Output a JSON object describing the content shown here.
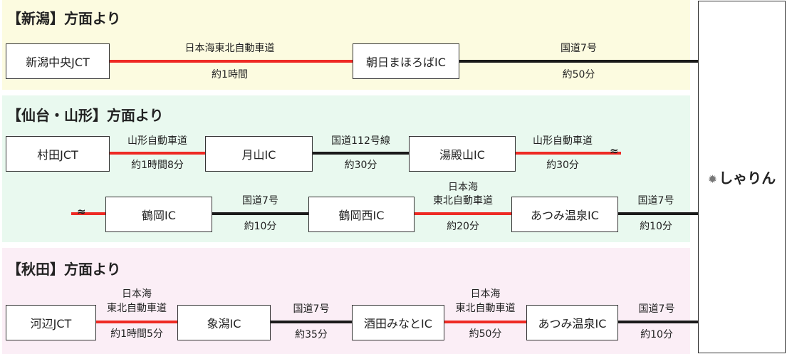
{
  "colors": {
    "expressway": "#ee2a24",
    "national_road": "#1a1a1a",
    "bg_niigata": "#fcfbe0",
    "bg_sendai": "#e9f9ef",
    "bg_akita": "#fbeef6"
  },
  "destination": {
    "name": "しゃりん",
    "icon": "gear-icon"
  },
  "break_mark": "≈",
  "sections": {
    "niigata": {
      "title": "【新潟】方面より",
      "nodes": [
        "新潟中央JCT",
        "朝日まほろばIC"
      ],
      "segments": [
        {
          "road": "日本海東北自動車道",
          "time": "約1時間"
        },
        {
          "road": "国道7号",
          "time": "約50分"
        }
      ]
    },
    "sendai": {
      "title": "【仙台・山形】方面より",
      "row1": {
        "nodes": [
          "村田JCT",
          "月山IC",
          "湯殿山IC"
        ],
        "segments": [
          {
            "road": "山形自動車道",
            "time": "約1時間8分"
          },
          {
            "road": "国道112号線",
            "time": "約30分"
          },
          {
            "road": "山形自動車道",
            "time": "約30分"
          }
        ]
      },
      "row2": {
        "nodes": [
          "鶴岡IC",
          "鶴岡西IC",
          "あつみ温泉IC"
        ],
        "segments": [
          {
            "road": "国道7号",
            "time": "約10分"
          },
          {
            "road_line1": "日本海",
            "road_line2": "東北自動車道",
            "time": "約20分"
          },
          {
            "road": "国道7号",
            "time": "約10分"
          }
        ]
      }
    },
    "akita": {
      "title": "【秋田】方面より",
      "nodes": [
        "河辺JCT",
        "象潟IC",
        "酒田みなとIC",
        "あつみ温泉IC"
      ],
      "segments": [
        {
          "road_line1": "日本海",
          "road_line2": "東北自動車道",
          "time": "約1時間5分"
        },
        {
          "road": "国道7号",
          "time": "約35分"
        },
        {
          "road_line1": "日本海",
          "road_line2": "東北自動車道",
          "time": "約50分"
        },
        {
          "road": "国道7号",
          "time": "約10分"
        }
      ]
    }
  }
}
